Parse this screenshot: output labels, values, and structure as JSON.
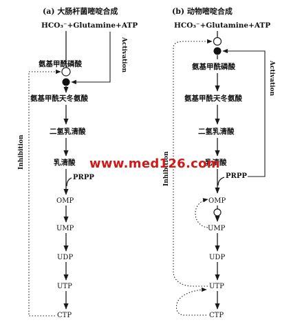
{
  "panel_a": {
    "title": "(a) 大肠杆菌嘧啶合成",
    "reactants": "HCO₃⁻+Glutamine+ATP",
    "carbamoyl_phosphate": "氨基甲酰磷酸",
    "carbamoyl_aspartate": "氨基甲酰天冬氨酸",
    "dihydroorotate": "二氢乳清酸",
    "orotate": "乳清酸",
    "prpp": "PRPP",
    "omp": "OMP",
    "ump": "UMP",
    "udp": "UDP",
    "utp": "UTP",
    "ctp": "CTP",
    "activation": "Activation",
    "inhibition": "Inhibition"
  },
  "panel_b": {
    "title": "(b) 动物嘧啶合成",
    "reactants": "HCO₃⁻+Glutamine+ATP",
    "carbamoyl_phosphate": "氨基甲酰磷酸",
    "carbamoyl_aspartate": "氨基甲酰天冬氨酸",
    "dihydroorotate": "二氢乳清酸",
    "orotate": "乳清酸",
    "prpp": "PRPP",
    "omp": "OMP",
    "ump": "UMP",
    "udp": "UDP",
    "utp": "UTP",
    "ctp": "CTP",
    "activation": "Activation",
    "inhibition": "Inhibition"
  },
  "watermark": "www.med126.com"
}
